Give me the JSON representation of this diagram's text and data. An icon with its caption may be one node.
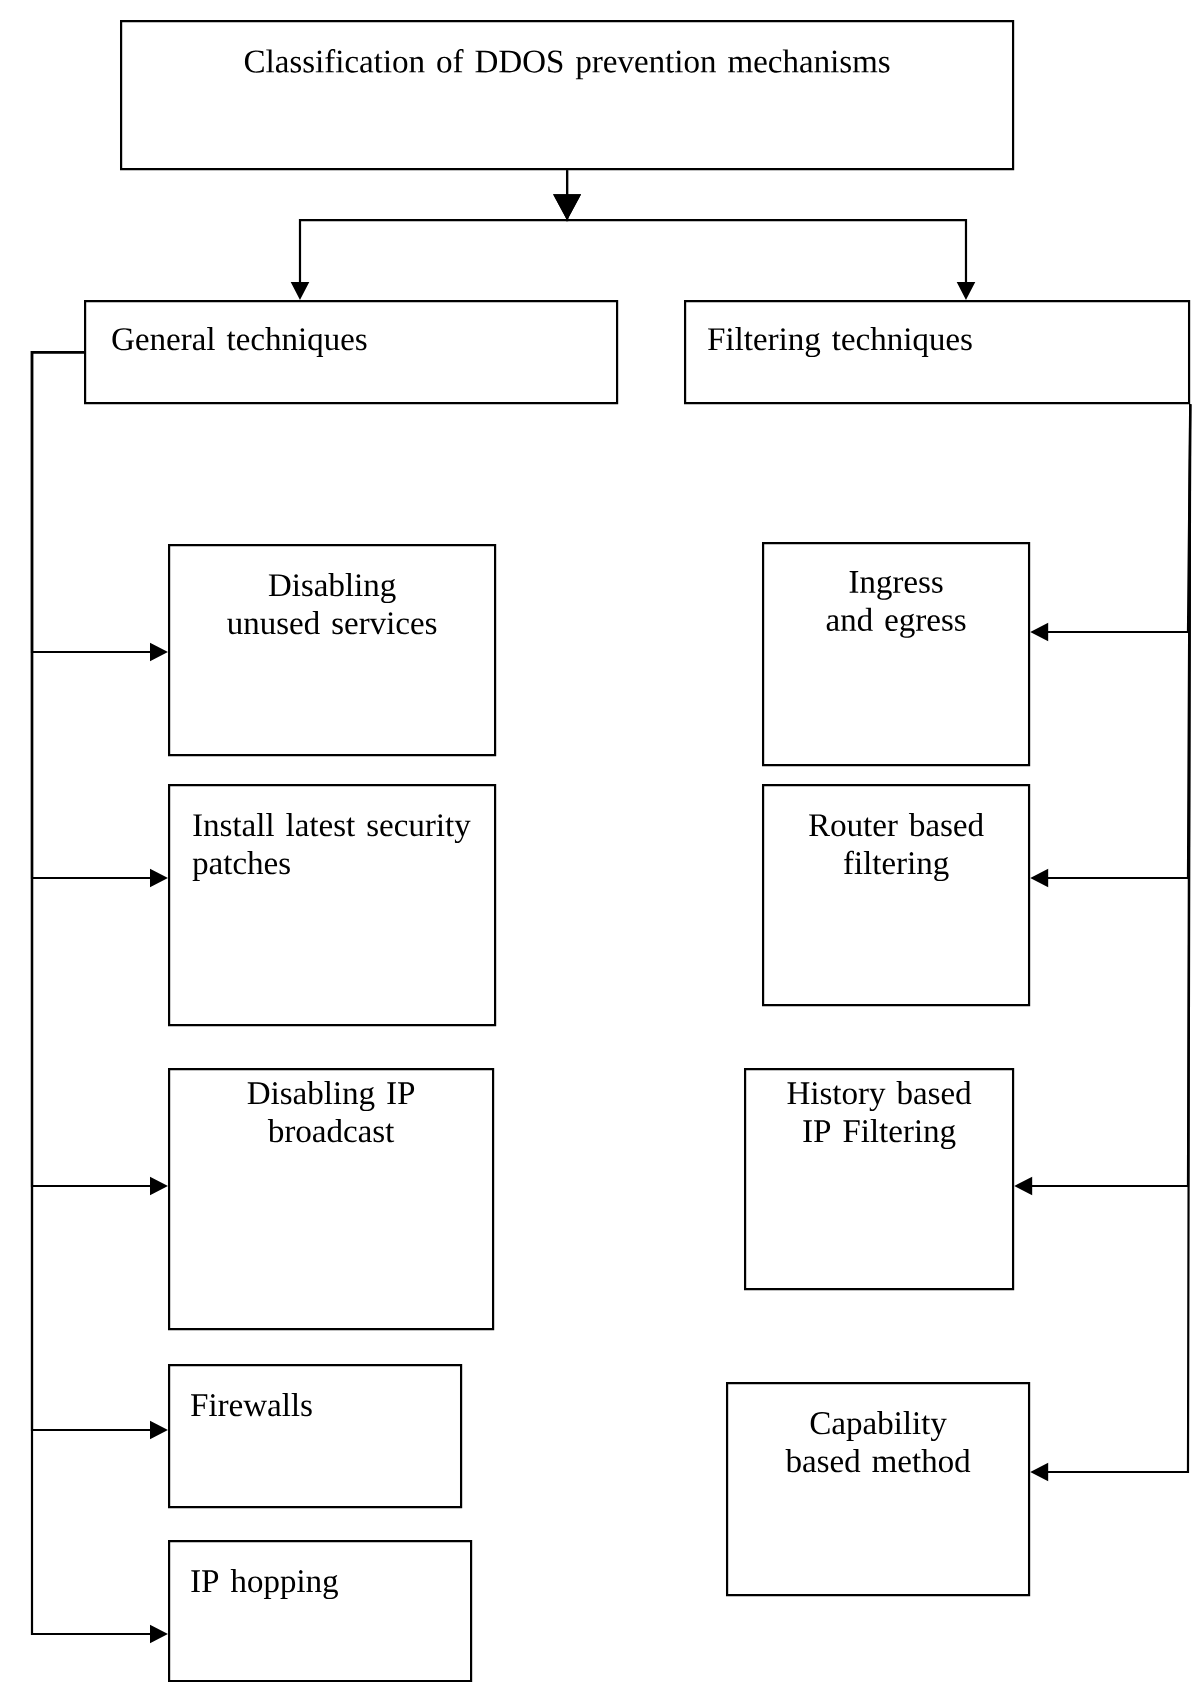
{
  "diagram": {
    "nodes": [
      {
        "text": [
          "Classification of DDOS prevention mechanisms"
        ]
      },
      {
        "text": [
          "General techniques"
        ]
      },
      {
        "text": [
          "Filtering techniques"
        ]
      },
      {
        "text": [
          "Disabling unused services"
        ]
      },
      {
        "text": [
          "Install latest security patches"
        ]
      },
      {
        "text": [
          "Disabling IP broadcast"
        ]
      },
      {
        "text": [
          "Firewalls"
        ]
      },
      {
        "text": [
          "IP hopping"
        ]
      },
      {
        "text": [
          "Ingress and egress"
        ]
      },
      {
        "text": [
          "Router based filtering"
        ]
      },
      {
        "text": [
          "History based IP Filtering"
        ]
      },
      {
        "text": [
          "Capability based method"
        ]
      }
    ],
    "edges": [
      {
        "from": 0,
        "to": 1,
        "arrow": "to"
      },
      {
        "from": 0,
        "to": 2,
        "arrow": "to"
      },
      {
        "from": 1,
        "to": 3,
        "arrow": "to"
      },
      {
        "from": 1,
        "to": 4,
        "arrow": "to"
      },
      {
        "from": 1,
        "to": 5,
        "arrow": "to"
      },
      {
        "from": 1,
        "to": 6,
        "arrow": "to"
      },
      {
        "from": 1,
        "to": 7,
        "arrow": "to"
      },
      {
        "from": 2,
        "to": 8,
        "arrow": "to"
      },
      {
        "from": 2,
        "to": 9,
        "arrow": "to"
      },
      {
        "from": 2,
        "to": 10,
        "arrow": "to"
      },
      {
        "from": 2,
        "to": 11,
        "arrow": "to"
      }
    ]
  }
}
